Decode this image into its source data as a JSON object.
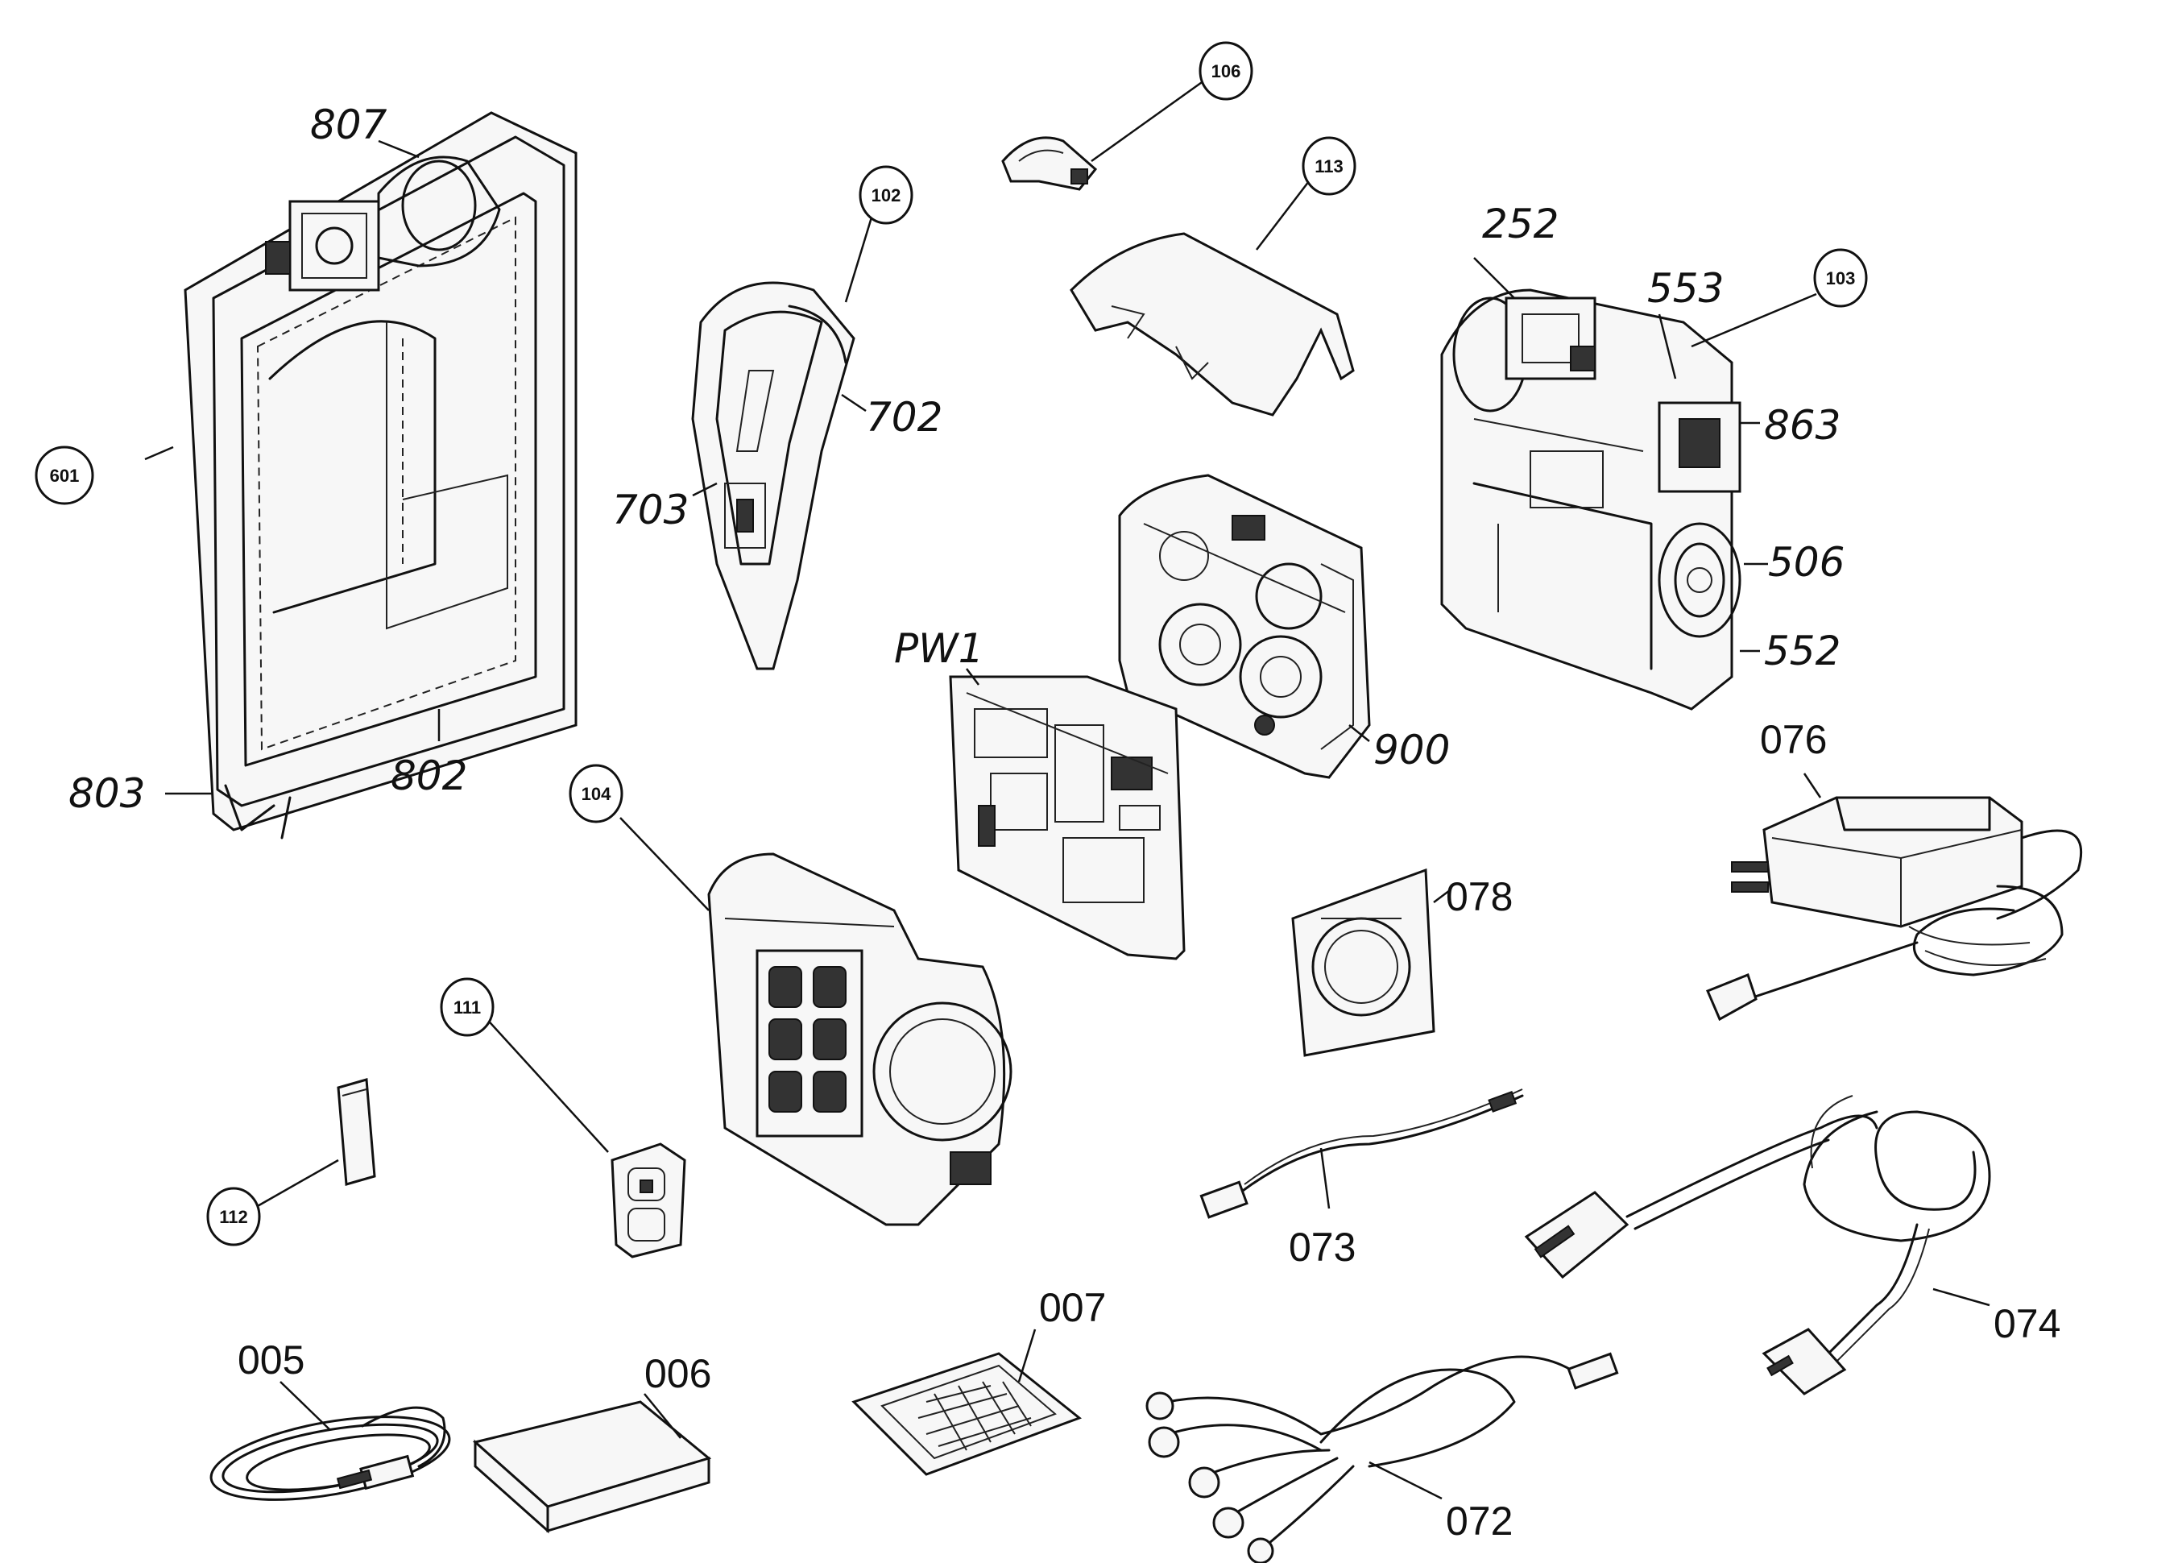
{
  "labels": {
    "l106": "106",
    "l113": "113",
    "l102": "102",
    "l103": "103",
    "l104": "104",
    "l111": "111",
    "l112": "112",
    "l601": "601",
    "l807": "807",
    "l252": "252",
    "l553": "553",
    "l863": "863",
    "l506": "506",
    "l552": "552",
    "l702": "702",
    "l703": "703",
    "l803": "803",
    "l802": "802",
    "l900": "900",
    "lPW1": "PW1",
    "l076": "076",
    "l078": "078",
    "l073": "073",
    "l074": "074",
    "l005": "005",
    "l006": "006",
    "l007": "007",
    "l072": "072"
  }
}
